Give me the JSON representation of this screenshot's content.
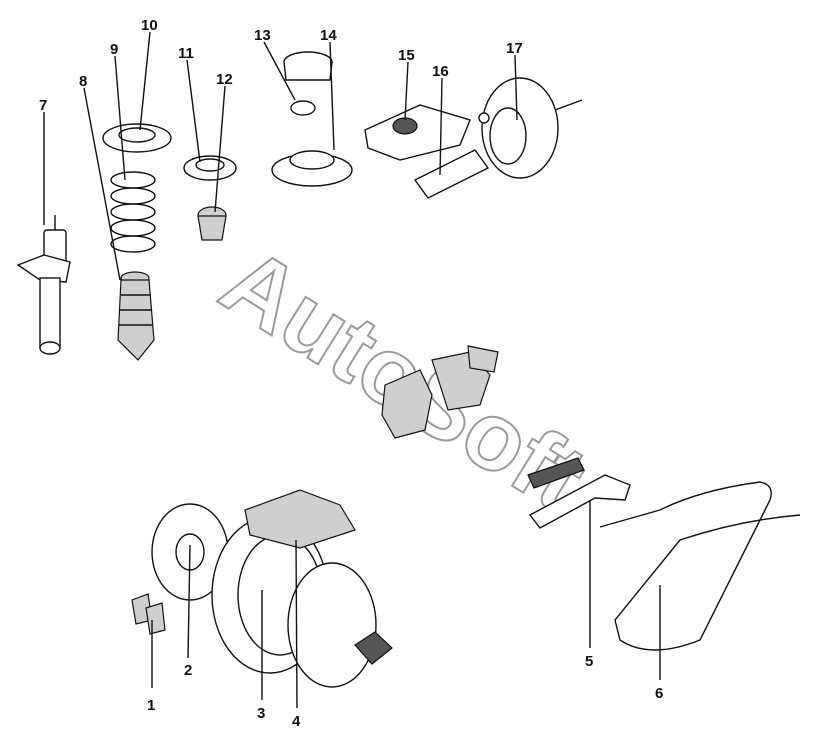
{
  "diagram": {
    "watermark": "AutoSoft",
    "callouts": [
      "1",
      "2",
      "3",
      "4",
      "5",
      "6",
      "7",
      "8",
      "9",
      "10",
      "11",
      "12",
      "13",
      "14",
      "15",
      "16",
      "17"
    ]
  }
}
